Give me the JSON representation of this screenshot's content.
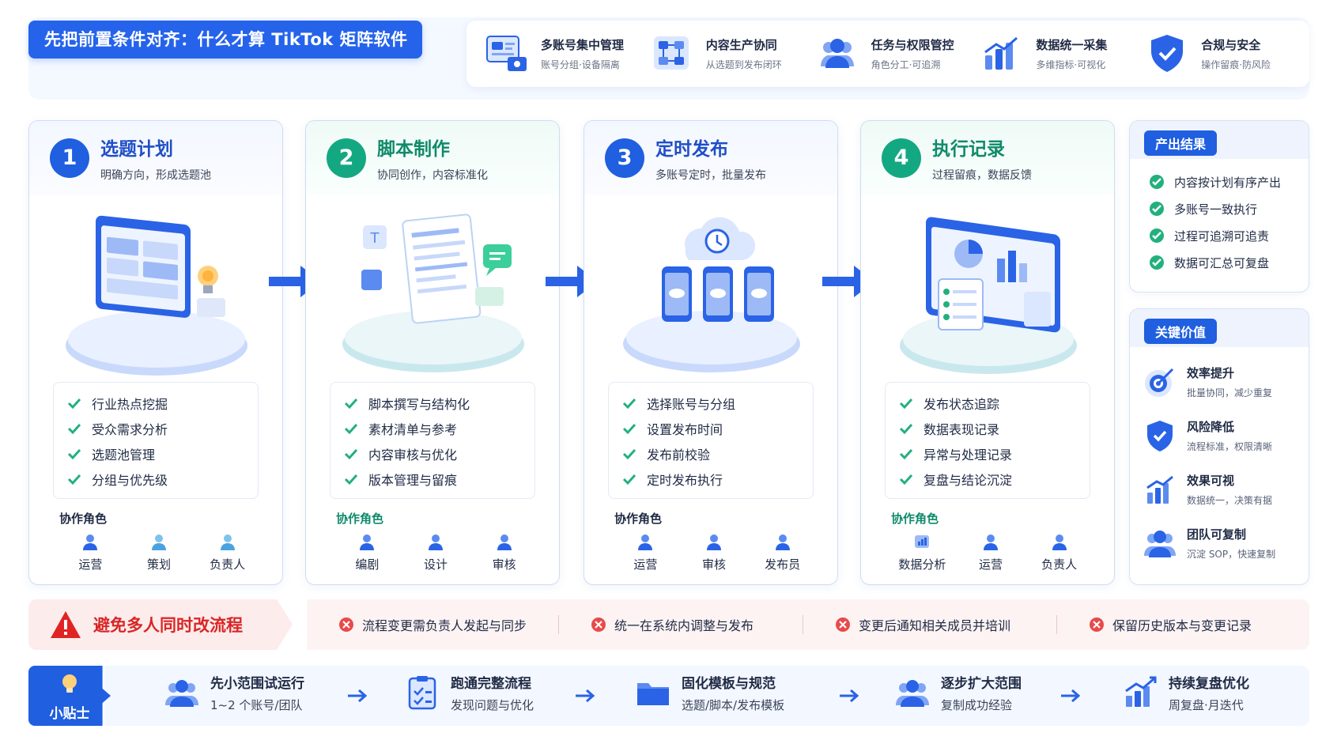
{
  "header": {
    "title": "先把前置条件对齐：什么才算 TikTok 矩阵软件",
    "features": [
      {
        "title": "多账号集中管理",
        "sub": "账号分组·设备隔离",
        "icon": "account-management-icon"
      },
      {
        "title": "内容生产协同",
        "sub": "从选题到发布闭环",
        "icon": "content-flow-icon"
      },
      {
        "title": "任务与权限管控",
        "sub": "角色分工·可追溯",
        "icon": "team-permission-icon"
      },
      {
        "title": "数据统一采集",
        "sub": "多维指标·可视化",
        "icon": "bar-chart-icon"
      },
      {
        "title": "合规与安全",
        "sub": "操作留痕·防风险",
        "icon": "shield-icon"
      }
    ]
  },
  "steps": [
    {
      "num": "1",
      "title": "选题计划",
      "sub": "明确方向，形成选题池",
      "items": [
        "行业热点挖掘",
        "受众需求分析",
        "选题池管理",
        "分组与优先级"
      ],
      "roles_title": "协作角色",
      "roles": [
        "运营",
        "策划",
        "负责人"
      ]
    },
    {
      "num": "2",
      "title": "脚本制作",
      "sub": "协同创作，内容标准化",
      "items": [
        "脚本撰写与结构化",
        "素材清单与参考",
        "内容审核与优化",
        "版本管理与留痕"
      ],
      "roles_title": "协作角色",
      "roles": [
        "编剧",
        "设计",
        "审核"
      ]
    },
    {
      "num": "3",
      "title": "定时发布",
      "sub": "多账号定时，批量发布",
      "items": [
        "选择账号与分组",
        "设置发布时间",
        "发布前校验",
        "定时发布执行"
      ],
      "roles_title": "协作角色",
      "roles": [
        "运营",
        "审核",
        "发布员"
      ]
    },
    {
      "num": "4",
      "title": "执行记录",
      "sub": "过程留痕，数据反馈",
      "items": [
        "发布状态追踪",
        "数据表现记录",
        "异常与处理记录",
        "复盘与结论沉淀"
      ],
      "roles_title": "协作角色",
      "roles": [
        "数据分析",
        "运营",
        "负责人"
      ]
    }
  ],
  "outcomes": {
    "tag": "产出结果",
    "items": [
      "内容按计划有序产出",
      "多账号一致执行",
      "过程可追溯可追责",
      "数据可汇总可复盘"
    ]
  },
  "values": {
    "tag": "关键价值",
    "items": [
      {
        "title": "效率提升",
        "sub": "批量协同，减少重复",
        "icon": "target-icon"
      },
      {
        "title": "风险降低",
        "sub": "流程标准，权限清晰",
        "icon": "shield-icon"
      },
      {
        "title": "效果可视",
        "sub": "数据统一，决策有据",
        "icon": "growth-chart-icon"
      },
      {
        "title": "团队可复制",
        "sub": "沉淀 SOP，快速复制",
        "icon": "team-icon"
      }
    ]
  },
  "warning": {
    "title": "避免多人同时改流程",
    "items": [
      "流程变更需负责人发起与同步",
      "统一在系统内调整与发布",
      "变更后通知相关成员并培训",
      "保留历史版本与变更记录"
    ]
  },
  "tips": {
    "badge": "小贴士",
    "items": [
      {
        "title": "先小范围试运行",
        "sub": "1~2 个账号/团队",
        "icon": "team-icon"
      },
      {
        "title": "跑通完整流程",
        "sub": "发现问题与优化",
        "icon": "checklist-icon"
      },
      {
        "title": "固化模板与规范",
        "sub": "选题/脚本/发布模板",
        "icon": "folder-icon"
      },
      {
        "title": "逐步扩大范围",
        "sub": "复制成功经验",
        "icon": "team-icon"
      },
      {
        "title": "持续复盘优化",
        "sub": "周复盘·月迭代",
        "icon": "growth-chart-icon"
      }
    ]
  },
  "colors": {
    "primary": "#1f5fe0",
    "green": "#13a882",
    "warning": "#d92626",
    "check": "#22b07d"
  }
}
